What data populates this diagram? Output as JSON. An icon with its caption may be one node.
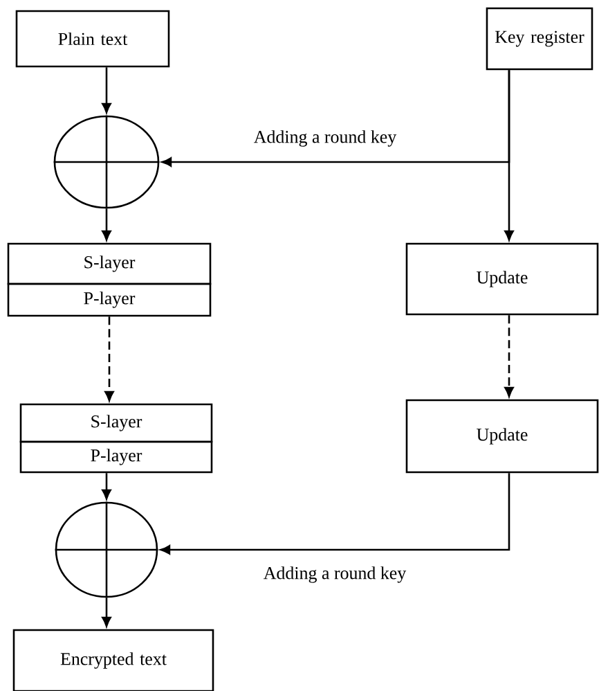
{
  "diagram": {
    "nodes": [
      {
        "text": [
          "Plain text"
        ]
      },
      {
        "text": [
          "Key register"
        ]
      },
      {
        "text": [],
        "shape": "circle"
      },
      {
        "text": [
          "S-layer"
        ]
      },
      {
        "text": [
          "P-layer"
        ]
      },
      {
        "text": [
          "Update"
        ]
      },
      {
        "text": [
          "S-layer"
        ]
      },
      {
        "text": [
          "P-layer"
        ]
      },
      {
        "text": [
          "Update"
        ]
      },
      {
        "text": [],
        "shape": "circle"
      },
      {
        "text": [
          "Encrypted text"
        ]
      }
    ],
    "edges": [
      {
        "from": 0,
        "to": 2,
        "arrow": "to"
      },
      {
        "from": 1,
        "to": 2,
        "arrow": "to",
        "label": "Adding a round key"
      },
      {
        "from": 1,
        "to": 5,
        "arrow": "to"
      },
      {
        "from": 2,
        "to": 3,
        "arrow": "to"
      },
      {
        "from": 4,
        "to": 6,
        "arrow": "to",
        "style": "dashed"
      },
      {
        "from": 5,
        "to": 8,
        "arrow": "to",
        "style": "dashed"
      },
      {
        "from": 7,
        "to": 9,
        "arrow": "to"
      },
      {
        "from": 8,
        "to": 9,
        "arrow": "to",
        "label": "Adding a round key"
      },
      {
        "from": 9,
        "to": 10,
        "arrow": "to"
      }
    ]
  }
}
